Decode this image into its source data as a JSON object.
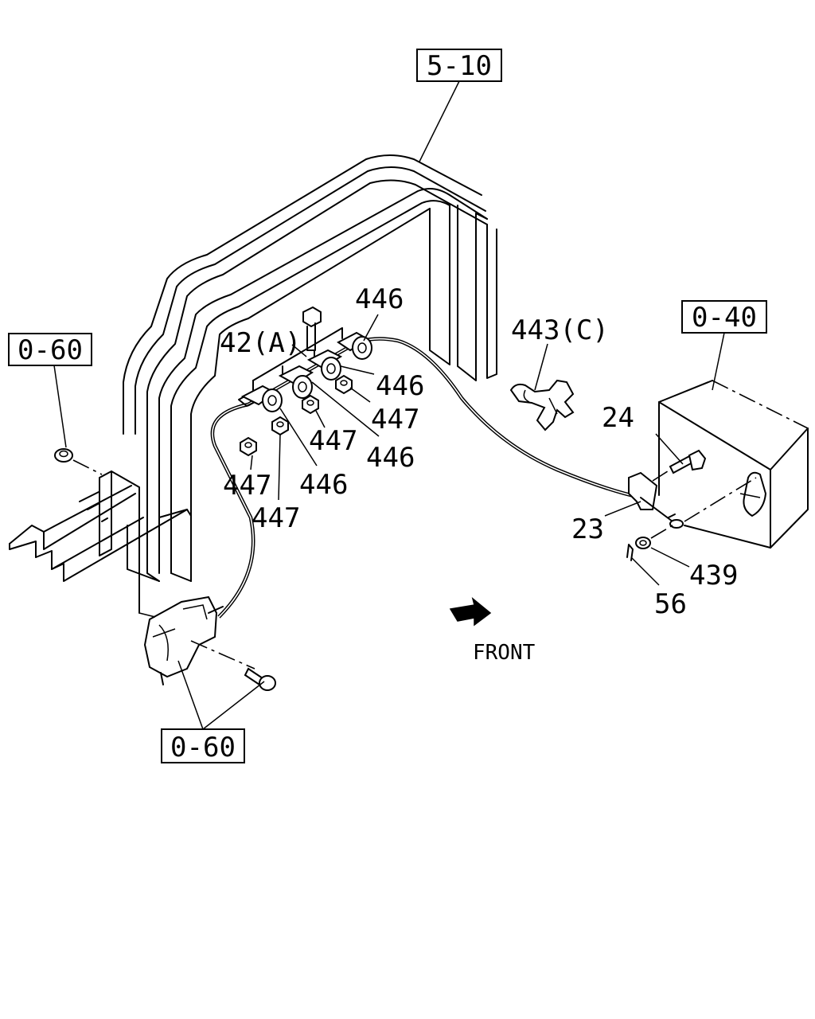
{
  "diagram": {
    "refs": {
      "ref_5_10": "5-10",
      "ref_0_40": "0-40",
      "ref_0_60_left": "0-60",
      "ref_0_60_bottom": "0-60"
    },
    "parts": {
      "p446_top": "446",
      "p42a": "42(A)",
      "p446_mid": "446",
      "p447_a": "447",
      "p447_b": "447",
      "p446_c": "446",
      "p447_c": "447",
      "p446_d": "446",
      "p447_d": "447",
      "p443c": "443(C)",
      "p24": "24",
      "p23": "23",
      "p439": "439",
      "p56": "56"
    },
    "direction_label": "FRONT"
  }
}
